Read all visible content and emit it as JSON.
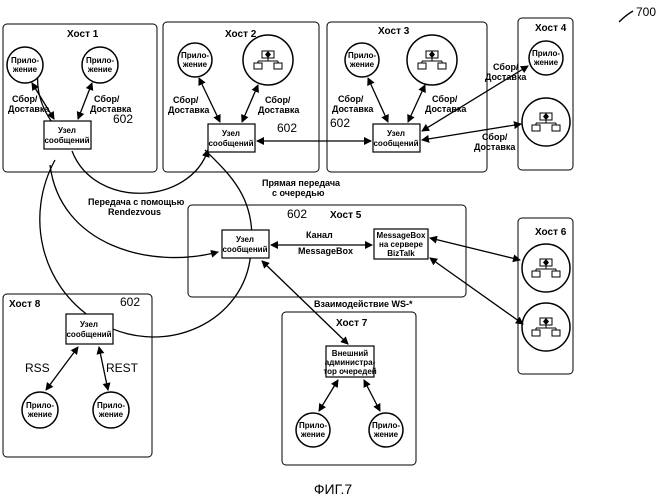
{
  "figure_number": "700",
  "caption": "ФИГ.7",
  "hosts": {
    "h1": "Хост 1",
    "h2": "Хост 2",
    "h3": "Хост 3",
    "h4": "Хост 4",
    "h5": "Хост 5",
    "h6": "Хост 6",
    "h7": "Хост 7",
    "h8": "Хост 8"
  },
  "ref_602": "602",
  "node": {
    "line1": "Узел",
    "line2": "сообщений"
  },
  "app": {
    "line1": "Прило-",
    "line2": "жение"
  },
  "collect": {
    "line1": "Сбор/",
    "line2": "Доставка"
  },
  "labels": {
    "rendezvous_1": "Передача с помощью",
    "rendezvous_2": "Rendezvous",
    "queue_1": "Прямая передача",
    "queue_2": "с очередью",
    "channel_1": "Канал",
    "channel_2": "MessageBox",
    "ws": "Взаимодействие WS-*",
    "rss": "RSS",
    "rest": "REST"
  },
  "messagebox": {
    "line1": "MessageBox",
    "line2": "на сервере",
    "line3": "BizTalk"
  },
  "queue_admin": {
    "line1": "Внешний",
    "line2": "администра-",
    "line3": "тор очередей"
  }
}
